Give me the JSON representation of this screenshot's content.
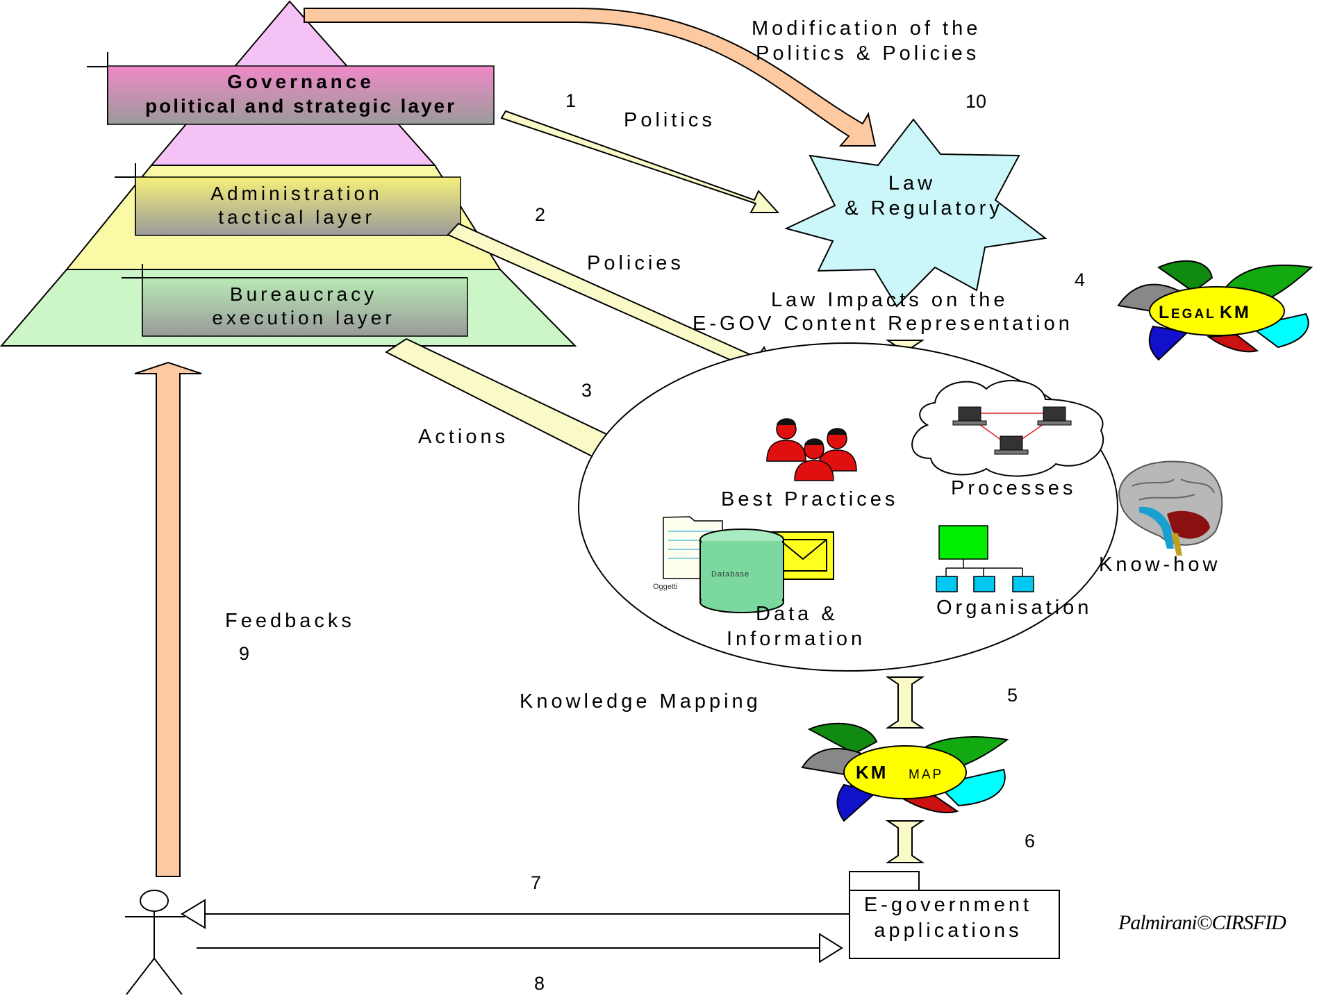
{
  "pyramid": {
    "governance": {
      "title": "Governance",
      "subtitle": "political and strategic layer"
    },
    "administration": {
      "title": "Administration",
      "subtitle": "tactical layer"
    },
    "bureaucracy": {
      "title": "Bureaucracy",
      "subtitle": "execution layer"
    }
  },
  "flows": {
    "politics": {
      "number": "1",
      "label": "Politics"
    },
    "policies": {
      "number": "2",
      "label": "Policies"
    },
    "actions": {
      "number": "3",
      "label": "Actions"
    },
    "law_impacts": {
      "number": "4",
      "label_line1": "Law Impacts on the",
      "label_line2": "E-GOV Content Representation"
    },
    "knowledge_mapping": {
      "number": "5",
      "label": "Knowledge Mapping"
    },
    "km_to_apps": {
      "number": "6"
    },
    "apps_to_user": {
      "number": "7"
    },
    "user_to_apps": {
      "number": "8"
    },
    "feedbacks": {
      "number": "9",
      "label": "Feedbacks"
    },
    "modification": {
      "number": "10",
      "label_line1": "Modification of the",
      "label_line2": "Politics & Policies"
    }
  },
  "law_star": {
    "line1": "Law",
    "line2": "& Regulatory"
  },
  "content": {
    "best_practices": "Best Practices",
    "processes": "Processes",
    "know_how": "Know-how",
    "data_line1": "Data &",
    "data_line2": "Information",
    "organisation": "Organisation",
    "database_text": "Database",
    "folder_text": "Oggetti"
  },
  "logos": {
    "legal_km": {
      "part1": "L",
      "part2": "EGAL",
      "part3": "KM"
    },
    "km_map": {
      "part1": "KM",
      "part2": "MAP"
    }
  },
  "egov_apps": {
    "line1": "E-government",
    "line2": "applications"
  },
  "credit": "Palmirani©CIRSFID",
  "colors": {
    "governance": "#f5c2f5",
    "administration": "#fafaa6",
    "bureaucracy": "#ccf5c8",
    "star": "#ccf7fa",
    "feedback_arrow": "#fcc9a0",
    "flow_arrow": "#fafac8"
  }
}
